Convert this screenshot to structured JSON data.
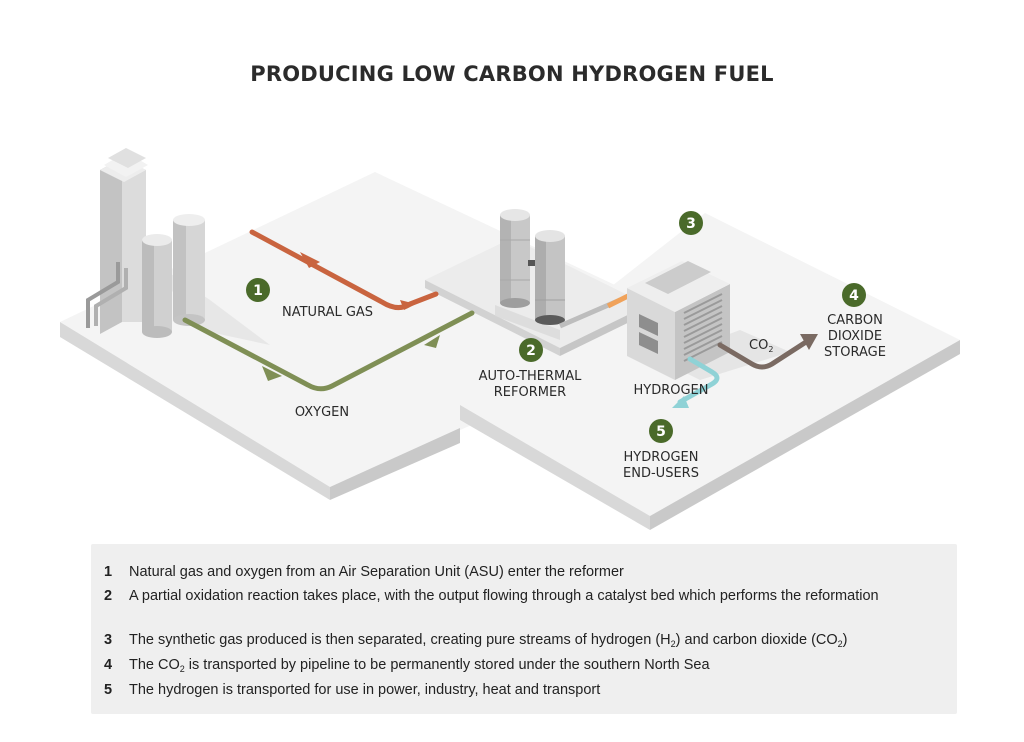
{
  "title": "PRODUCING LOW CARBON HYDROGEN FUEL",
  "labels": {
    "natural_gas": "NATURAL GAS",
    "oxygen": "OXYGEN",
    "atr_line1": "AUTO-THERMAL",
    "atr_line2": "REFORMER",
    "hydrogen": "HYDROGEN",
    "co2_main": "CO",
    "co2_sub": "2",
    "storage_line1": "CARBON",
    "storage_line2": "DIOXIDE",
    "storage_line3": "STORAGE",
    "endusers_line1": "HYDROGEN",
    "endusers_line2": "END-USERS"
  },
  "markers": [
    "1",
    "2",
    "3",
    "4",
    "5"
  ],
  "colors": {
    "marker": "#4a6a2a",
    "natural_gas": "#c9643f",
    "oxygen": "#7f8f55",
    "co2": "#7a6a62",
    "hydrogen": "#8fd2d6"
  },
  "steps": [
    {
      "num": "1",
      "text": "Natural gas and oxygen from an Air Separation Unit (ASU) enter the reformer"
    },
    {
      "num": "2",
      "text": "A partial oxidation reaction takes place, with the output flowing through a catalyst bed which performs the reformation"
    },
    {
      "num": "3",
      "text_a": "The synthetic gas produced is then separated, creating pure streams of hydrogen (H",
      "sub_a": "2",
      "text_b": ") and carbon dioxide (CO",
      "sub_b": "2",
      "text_c": ")"
    },
    {
      "num": "4",
      "text_a": "The CO",
      "sub_a": "2",
      "text_b": " is transported by pipeline to be permanently stored under the southern North Sea"
    },
    {
      "num": "5",
      "text": "The hydrogen is transported for use in power, industry, heat and transport"
    }
  ]
}
